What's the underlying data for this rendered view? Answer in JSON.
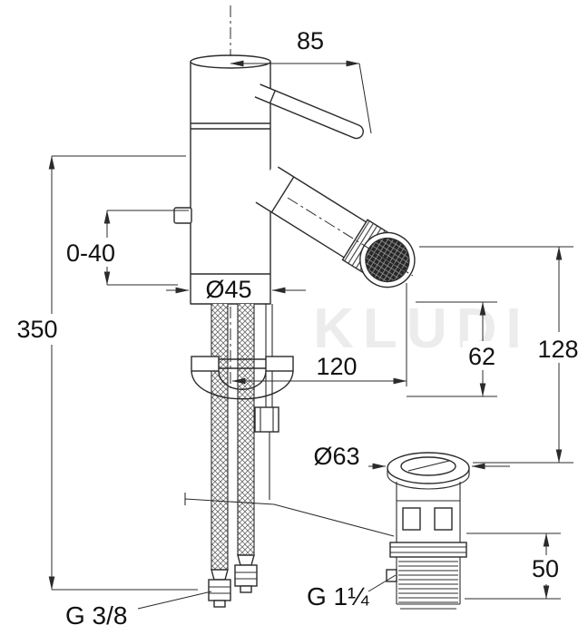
{
  "drawing": {
    "watermark": "KLUDI",
    "dimensions": {
      "handle_length": "85",
      "mounting_range": "0-40",
      "height": "350",
      "body_diameter": "Ø45",
      "spout_reach": "120",
      "spout_height": "62",
      "outlet_offset": "128",
      "waste_flange_diameter": "Ø63",
      "waste_thread_length": "50",
      "supply_connection": "G 3/8",
      "waste_connection": "G 1¼"
    }
  }
}
